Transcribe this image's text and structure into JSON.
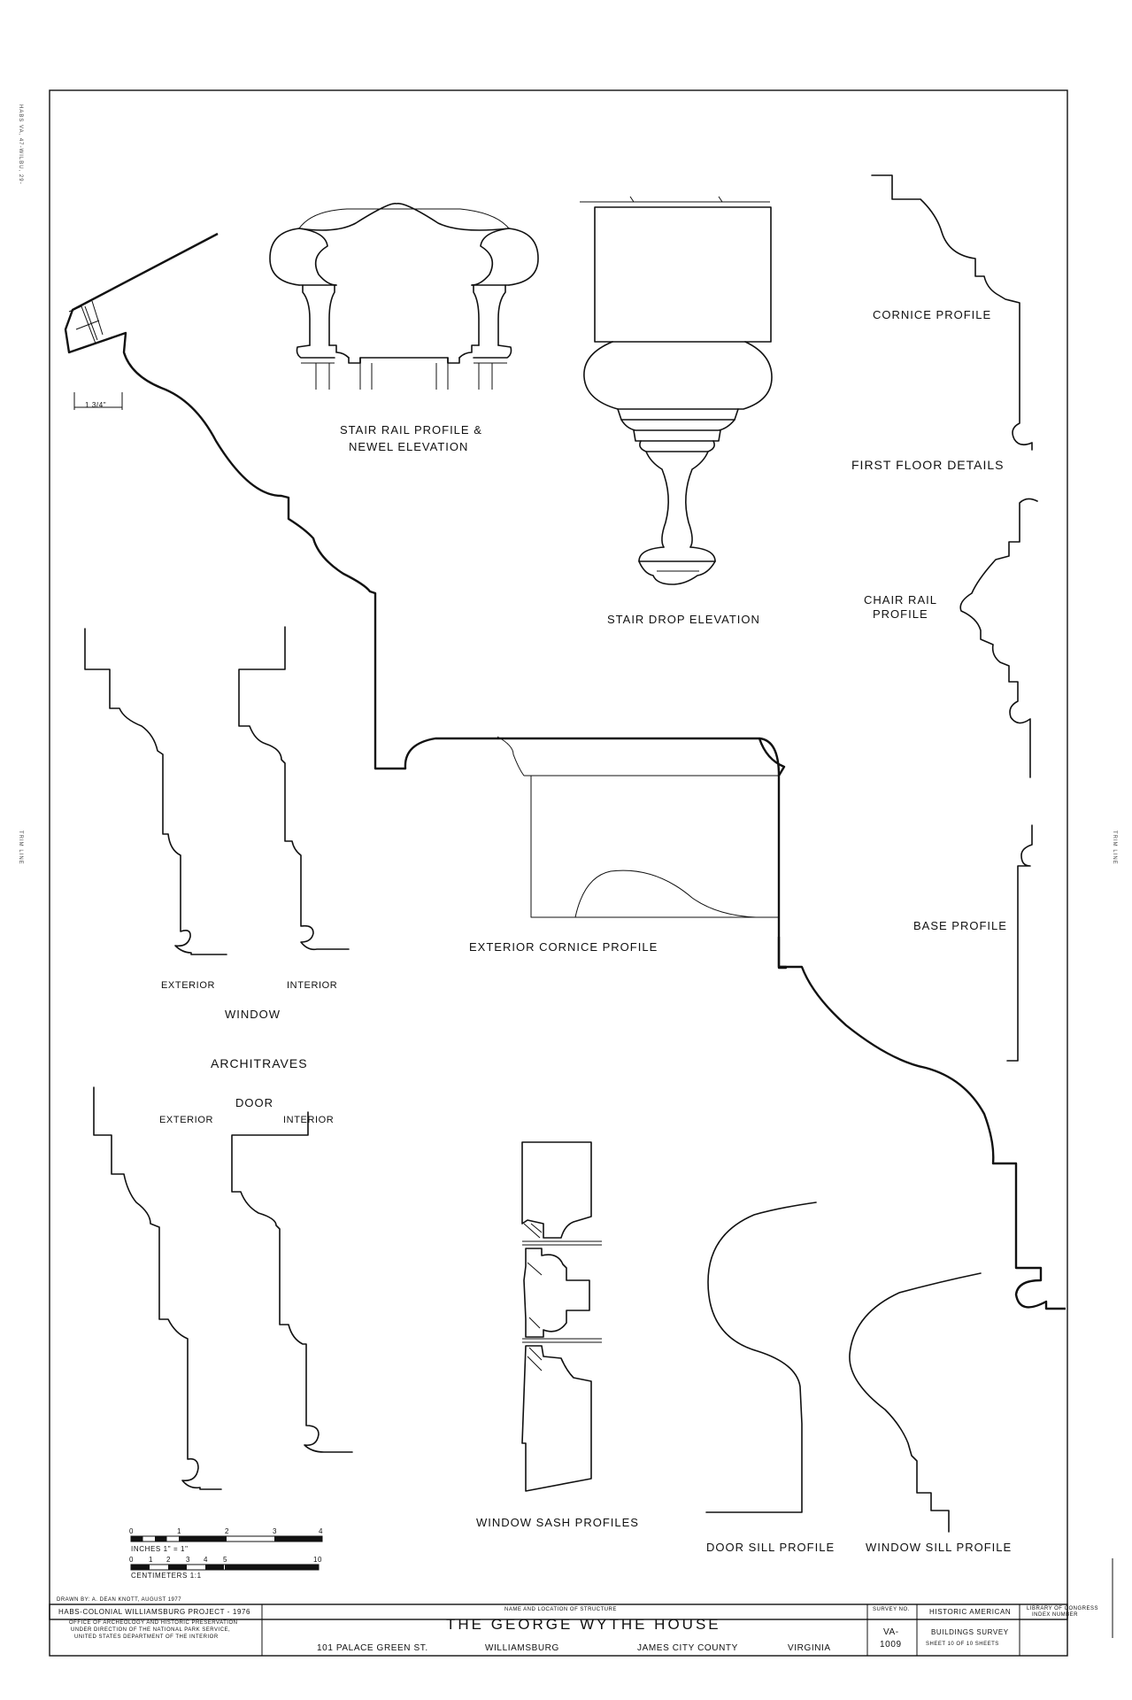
{
  "drawing": {
    "margin_notes": {
      "left_code": "HABS VA, 47-WILBU, 29-",
      "left_trim": "TRIM LINE",
      "right_trim": "TRIM LINE"
    },
    "labels": {
      "stair_rail_line1": "STAIR RAIL PROFILE &",
      "stair_rail_line2": "NEWEL ELEVATION",
      "stair_drop": "STAIR DROP ELEVATION",
      "cornice_profile": "CORNICE PROFILE",
      "first_floor_details": "FIRST FLOOR DETAILS",
      "chair_rail_line1": "CHAIR RAIL",
      "chair_rail_line2": "PROFILE",
      "base_profile": "BASE PROFILE",
      "exterior_cornice_profile": "EXTERIOR CORNICE PROFILE",
      "window_exterior": "EXTERIOR",
      "window_interior": "INTERIOR",
      "window": "WINDOW",
      "architraves": "ARCHITRAVES",
      "door": "DOOR",
      "door_exterior": "EXTERIOR",
      "door_interior": "INTERIOR",
      "window_sash_profiles": "WINDOW SASH PROFILES",
      "door_sill_profile": "DOOR SILL PROFILE",
      "window_sill_profile": "WINDOW SILL PROFILE",
      "dimension": "1 3/4\""
    },
    "scale_bar": {
      "inch_ticks": [
        "0",
        "1",
        "2",
        "3",
        "4"
      ],
      "inch_label": "INCHES  1\" = 1\"",
      "cm_ticks": [
        "0",
        "1",
        "2",
        "3",
        "4",
        "5",
        "10"
      ],
      "cm_label": "CENTIMETERS  1:1"
    }
  },
  "title_block": {
    "drawn_by": "DRAWN BY:  A. DEAN KNOTT, AUGUST 1977",
    "project": "HABS-COLONIAL WILLIAMSBURG PROJECT - 1976",
    "office_line1": "OFFICE OF ARCHEOLOGY AND HISTORIC PRESERVATION",
    "office_line2": "UNDER DIRECTION OF THE NATIONAL PARK SERVICE,",
    "office_line3": "UNITED STATES DEPARTMENT OF THE INTERIOR",
    "name_caption": "NAME AND LOCATION OF STRUCTURE",
    "structure_name": "THE  GEORGE  WYTHE  HOUSE",
    "address": "101  PALACE GREEN ST.",
    "city": "WILLIAMSBURG",
    "county": "JAMES  CITY  COUNTY",
    "state": "VIRGINIA",
    "survey_caption": "SURVEY NO.",
    "survey_line1": "VA-",
    "survey_line2": "1009",
    "habs_line1": "HISTORIC AMERICAN",
    "habs_line2": "BUILDINGS SURVEY",
    "sheet_info": "SHEET  10  OF  10  SHEETS",
    "loc_line1": "LIBRARY OF CONGRESS",
    "loc_line2": "INDEX NUMBER"
  }
}
